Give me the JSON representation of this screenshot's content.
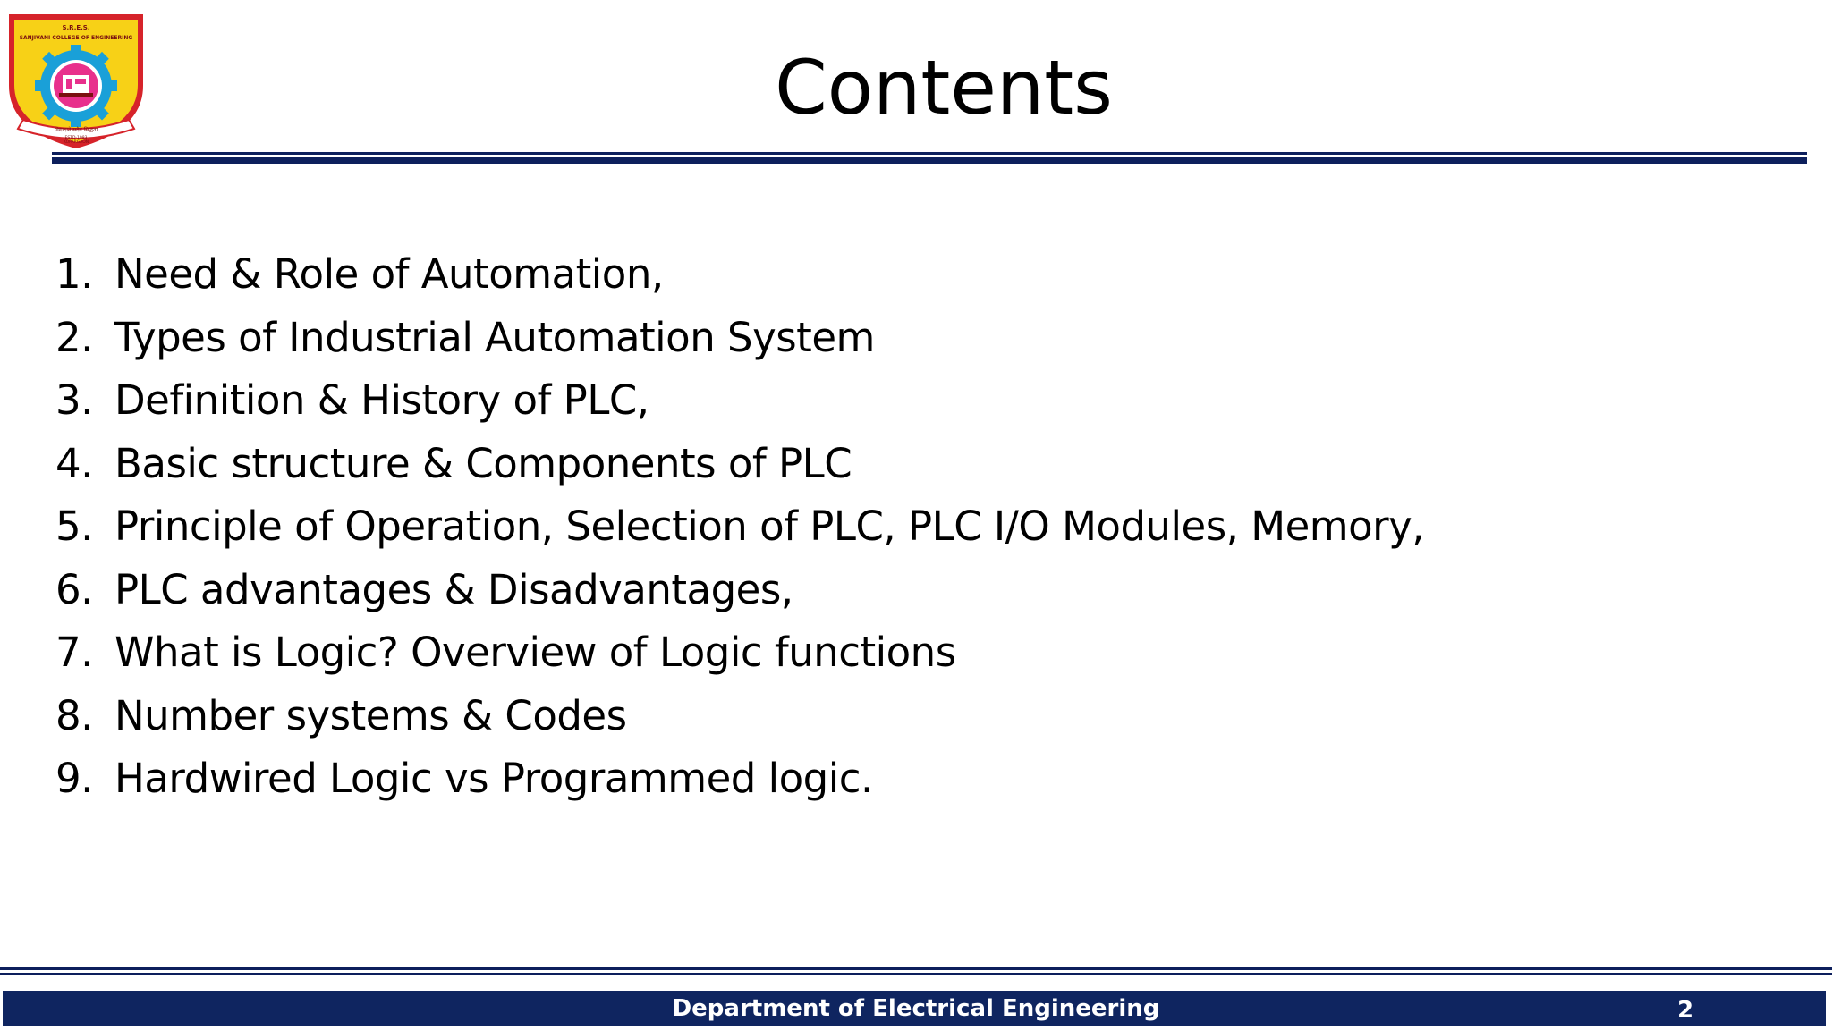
{
  "logo": {
    "top_text": "S.R.E.S.",
    "college_text": "SANJIVANI COLLEGE OF ENGINEERING",
    "motto_text": "विद्यादाने सदैव सिद्धता",
    "est_text": "ESTD-1983",
    "location_text": "KOPARGAON",
    "colors": {
      "shield_outline": "#d6232a",
      "shield_fill": "#f7d117",
      "gear": "#1aa0d8",
      "inner_circle": "#e8308c"
    }
  },
  "slide": {
    "title": "Contents"
  },
  "contents": {
    "items": [
      {
        "number": "1.",
        "text": "Need & Role of Automation,"
      },
      {
        "number": "2.",
        "text": "Types of Industrial Automation System"
      },
      {
        "number": "3.",
        "text": "Definition & History of PLC,"
      },
      {
        "number": "4.",
        "text": "Basic structure & Components of PLC"
      },
      {
        "number": "5.",
        "text": "Principle of Operation, Selection of PLC, PLC I/O Modules, Memory,"
      },
      {
        "number": "6.",
        "text": "PLC advantages & Disadvantages,"
      },
      {
        "number": "7.",
        "text": "What is Logic? Overview of Logic functions"
      },
      {
        "number": "8.",
        "text": "Number systems & Codes"
      },
      {
        "number": "9.",
        "text": "Hardwired Logic vs Programmed logic."
      }
    ]
  },
  "footer": {
    "department": "Department of Electrical Engineering",
    "page_number": "2",
    "bar_color": "#0f2560"
  }
}
